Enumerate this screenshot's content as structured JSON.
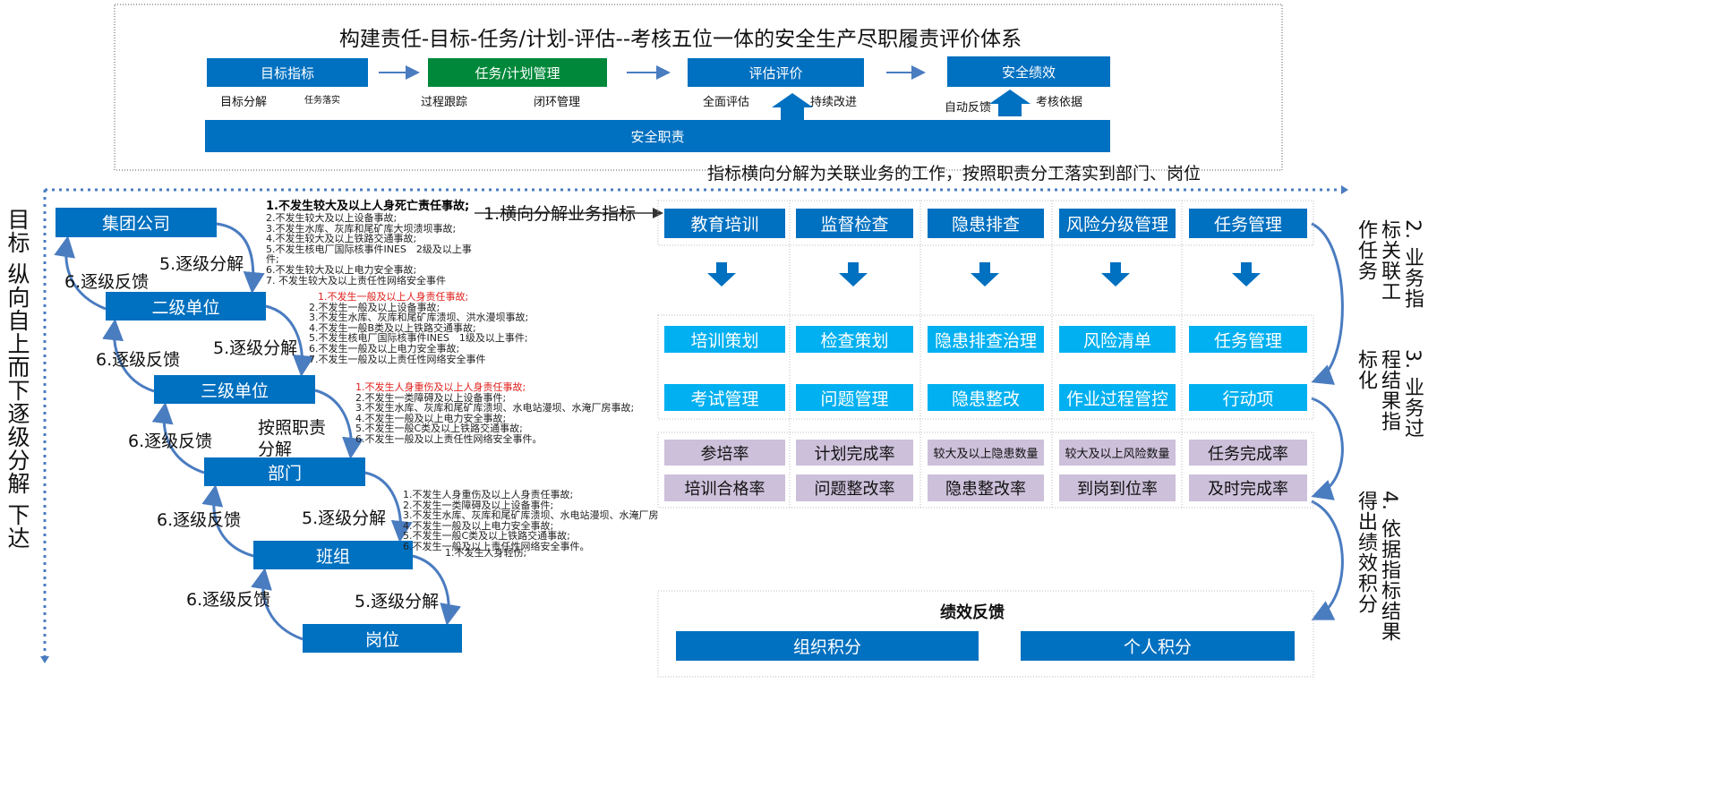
{
  "top": {
    "title": "构建责任-目标-任务/计划-评估--考核五位一体的安全生产尽职履责评价体系",
    "boxes": [
      "目标指标",
      "任务/计划管理",
      "评估评价",
      "安全绩效"
    ],
    "sublabels": [
      "目标分解",
      "任务落实",
      "过程跟踪",
      "闭环管理",
      "全面评估",
      "持续改进",
      "自动反馈",
      "考核依据"
    ],
    "bar": "安全职责",
    "caption": "指标横向分解为关联业务的工作，按照职责分工落实到部门、岗位"
  },
  "left_vertical": "目标 纵向自上而下逐级分解 下达",
  "hierarchy": {
    "levels": [
      "集团公司",
      "二级单位",
      "三级单位",
      "部门",
      "班组",
      "岗位"
    ],
    "decompose": "5.逐级分解",
    "feedback": "6.逐级反馈",
    "duty": "按照职责分解"
  },
  "lists": {
    "group": [
      "1.不发生较大及以上人身死亡责任事故;",
      "2.不发生较大及以上设备事故;",
      "3.不发生水库、灰库和尾矿库大坝溃坝事故;",
      "4.不发生较大及以上铁路交通事故;",
      "5.不发生核电厂国际核事件INES　2级及以上事",
      "件;",
      "6.不发生较大及以上电力安全事故;",
      "7. 不发生较大及以上责任性网络安全事件"
    ],
    "level2": [
      "1.不发生一般及以上人身责任事故;",
      "2.不发生一般及以上设备事故;",
      "3.不发生水库、灰库和尾矿库溃坝、洪水漫坝事故;",
      "4.不发生一般B类及以上铁路交通事故;",
      "5.不发生核电厂国际核事件INES　1级及以上事件;",
      "6.不发生一般及以上电力安全事故;",
      "7.不发生一般及以上责任性网络安全事件"
    ],
    "level3": [
      "1.不发生人身重伤及以上人身责任事故;",
      "2.不发生一类障碍及以上设备事件;",
      "3.不发生水库、灰库和尾矿库溃坝、水电站漫坝、水淹厂房事故;",
      "4.不发生一般及以上电力安全事故;",
      "5.不发生一般C类及以上铁路交通事故;",
      "6.不发生一般及以上责任性网络安全事件。"
    ],
    "dept": [
      "1.不发生人身重伤及以上人身责任事故;",
      "2.不发生一类障碍及以上设备事件;",
      "3.不发生水库、灰库和尾矿库溃坝、水电站漫坝、水淹厂房",
      "4.不发生一般及以上电力安全事故;",
      "5.不发生一般C类及以上铁路交通事故;",
      "6.不发生一般及以上责任性网络安全事件。"
    ],
    "team": [
      "1.不发生人身轻伤;"
    ]
  },
  "horizontal_label": "1.横向分解业务指标",
  "grid": {
    "headers": [
      "教育培训",
      "监督检查",
      "隐患排查",
      "风险分级管理",
      "任务管理"
    ],
    "process_row1": [
      "培训策划",
      "检查策划",
      "隐患排查治理",
      "风险清单",
      "任务管理"
    ],
    "process_row2": [
      "考试管理",
      "问题管理",
      "隐患整改",
      "作业过程管控",
      "行动项"
    ],
    "metric_row1": [
      "参培率",
      "计划完成率",
      "较大及以上隐患数量",
      "较大及以上风险数量",
      "任务完成率"
    ],
    "metric_row2": [
      "培训合格率",
      "问题整改率",
      "隐患整改率",
      "到岗到位率",
      "及时完成率"
    ]
  },
  "performance": {
    "title": "绩效反馈",
    "items": [
      "组织积分",
      "个人积分"
    ]
  },
  "right_labels": [
    "2. 业务指标关联工作任务",
    "3. 业务过程结果指标化",
    "4. 依据指标结果得出绩效积分"
  ],
  "colors": {
    "blue": "#0070C0",
    "green": "#00883A",
    "cyan": "#00B0F0",
    "lavender": "#CCC0DA"
  }
}
